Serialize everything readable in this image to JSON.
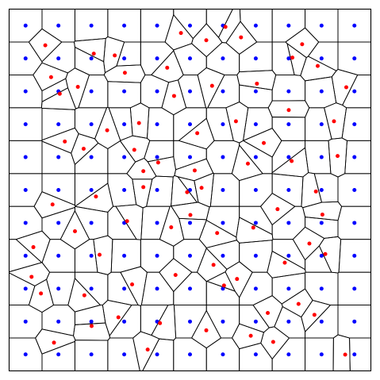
{
  "diagram": {
    "type": "voronoi",
    "x_range": [
      0,
      1
    ],
    "y_range": [
      0,
      1
    ],
    "colors": {
      "grid_sites": "#0000ff",
      "random_sites": "#ff0000",
      "edges": "#000000",
      "background": "#ffffff"
    },
    "grid": {
      "cols": 11,
      "rows": 11
    },
    "random_sites": [
      [
        0.1,
        0.9
      ],
      [
        0.116,
        0.812
      ],
      [
        0.14,
        0.766
      ],
      [
        0.19,
        0.785
      ],
      [
        0.234,
        0.877
      ],
      [
        0.292,
        0.872
      ],
      [
        0.32,
        0.824
      ],
      [
        0.437,
        0.838
      ],
      [
        0.475,
        0.934
      ],
      [
        0.545,
        0.914
      ],
      [
        0.598,
        0.951
      ],
      [
        0.641,
        0.922
      ],
      [
        0.561,
        0.788
      ],
      [
        0.456,
        0.76
      ],
      [
        0.359,
        0.685
      ],
      [
        0.271,
        0.665
      ],
      [
        0.154,
        0.634
      ],
      [
        0.206,
        0.614
      ],
      [
        0.346,
        0.611
      ],
      [
        0.412,
        0.576
      ],
      [
        0.371,
        0.552
      ],
      [
        0.513,
        0.554
      ],
      [
        0.52,
        0.657
      ],
      [
        0.627,
        0.69
      ],
      [
        0.704,
        0.63
      ],
      [
        0.685,
        0.794
      ],
      [
        0.773,
        0.721
      ],
      [
        0.783,
        0.866
      ],
      [
        0.81,
        0.903
      ],
      [
        0.853,
        0.843
      ],
      [
        0.932,
        0.784
      ],
      [
        0.898,
        0.69
      ],
      [
        0.908,
        0.594
      ],
      [
        0.781,
        0.58
      ],
      [
        0.848,
        0.496
      ],
      [
        0.866,
        0.432
      ],
      [
        0.742,
        0.447
      ],
      [
        0.675,
        0.396
      ],
      [
        0.492,
        0.494
      ],
      [
        0.532,
        0.506
      ],
      [
        0.501,
        0.431
      ],
      [
        0.371,
        0.508
      ],
      [
        0.24,
        0.482
      ],
      [
        0.12,
        0.46
      ],
      [
        0.182,
        0.386
      ],
      [
        0.067,
        0.342
      ],
      [
        0.25,
        0.321
      ],
      [
        0.326,
        0.414
      ],
      [
        0.448,
        0.397
      ],
      [
        0.575,
        0.381
      ],
      [
        0.66,
        0.573
      ],
      [
        0.83,
        0.352
      ],
      [
        0.874,
        0.323
      ],
      [
        0.762,
        0.299
      ],
      [
        0.565,
        0.293
      ],
      [
        0.46,
        0.265
      ],
      [
        0.34,
        0.239
      ],
      [
        0.208,
        0.209
      ],
      [
        0.088,
        0.214
      ],
      [
        0.062,
        0.26
      ],
      [
        0.302,
        0.148
      ],
      [
        0.228,
        0.124
      ],
      [
        0.124,
        0.078
      ],
      [
        0.383,
        0.059
      ],
      [
        0.417,
        0.132
      ],
      [
        0.545,
        0.112
      ],
      [
        0.594,
        0.236
      ],
      [
        0.63,
        0.254
      ],
      [
        0.715,
        0.16
      ],
      [
        0.668,
        0.097
      ],
      [
        0.73,
        0.08
      ],
      [
        0.8,
        0.185
      ],
      [
        0.844,
        0.155
      ],
      [
        0.929,
        0.045
      ]
    ]
  }
}
